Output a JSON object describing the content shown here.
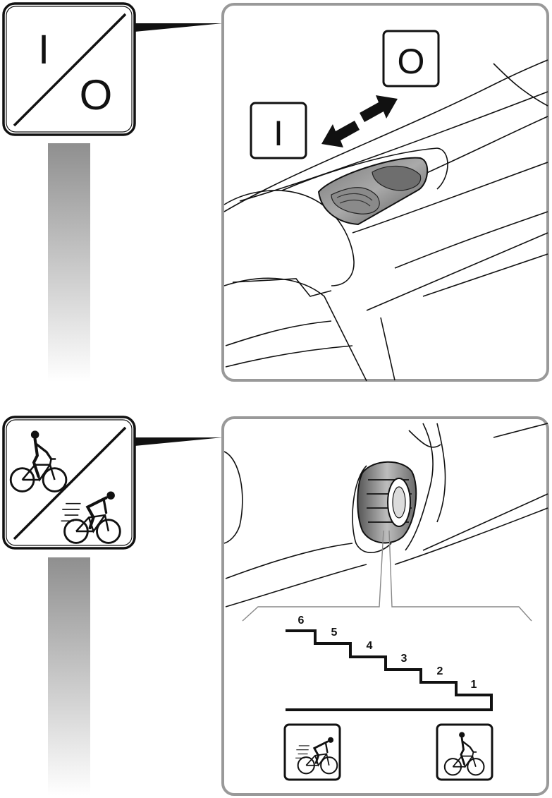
{
  "switch_symbol": {
    "on_label": "I",
    "off_label": "O"
  },
  "speed_scale": {
    "levels": [
      "1",
      "2",
      "3",
      "4",
      "5",
      "6"
    ]
  },
  "icons": {
    "on_off": "on-off-toggle-icon",
    "speed": "cyclist-slow-fast-icon",
    "fast": "fast-cyclist-icon",
    "slow": "slow-cyclist-icon",
    "arrow": "double-arrow-icon"
  },
  "colors": {
    "line": "#1a1a1a",
    "frame": "#9a9a9a",
    "bar_top": "#8f8f8f",
    "bar_bottom": "#ffffff"
  }
}
